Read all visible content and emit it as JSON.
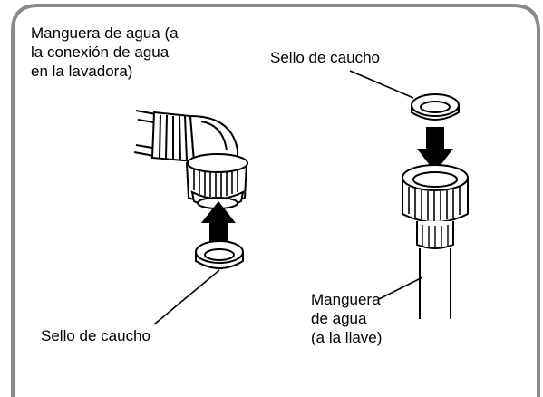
{
  "colors": {
    "panel_border": "#8a8a8a",
    "line": "#000000",
    "arrow": "#000000",
    "background": "#ffffff"
  },
  "labels": {
    "hose_to_washer": "Manguera de agua (a\nla conexión de agua\nen la lavadora)",
    "rubber_seal_top": "Sello de caucho",
    "rubber_seal_bottom": "Sello de caucho",
    "hose_to_faucet": "Manguera\nde agua\n(a la llave)"
  }
}
